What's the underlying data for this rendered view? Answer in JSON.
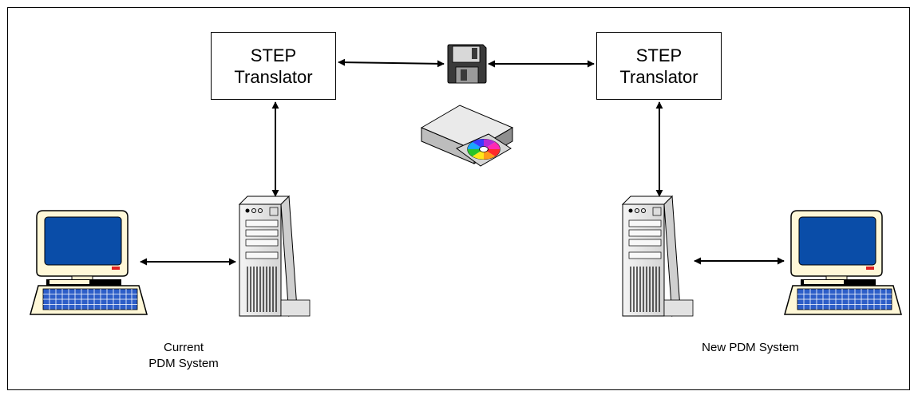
{
  "translators": [
    {
      "line1": "STEP",
      "line2": "Translator"
    },
    {
      "line1": "STEP",
      "line2": "Translator"
    }
  ],
  "captions": {
    "left_line1": "Current",
    "left_line2": "PDM System",
    "right": "New PDM System"
  },
  "colors": {
    "screen": "#0a4da8",
    "monitor_body": "#fff8d8",
    "keys": "#2d5ec8",
    "tower": "#e8e8e8",
    "disc_rainbow": "conic"
  }
}
